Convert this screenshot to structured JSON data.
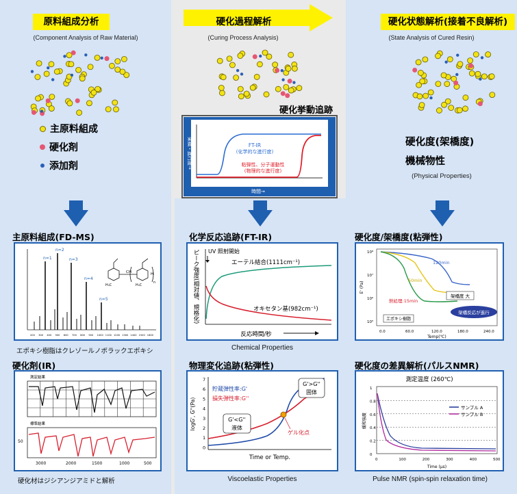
{
  "columns": {
    "left": {
      "title": "原料組成分析",
      "subtitle": "(Component Analysis of Raw Material)",
      "legend": [
        "主原料組成",
        "硬化剤",
        "添加剤"
      ],
      "panel1": {
        "heading": "主原料組成(FD-MS)",
        "caption": "エポキシ樹脂はクレゾールノボラックエポキシ"
      },
      "panel2": {
        "heading": "硬化剤(IR)",
        "caption": "硬化材はジシアンジアミドと解析"
      }
    },
    "center": {
      "title": "硬化過程解析",
      "subtitle": "(Curing Process Analysis)",
      "track_label": "硬化挙動追跡",
      "panel1": {
        "heading": "化学反応追跡(FT-IR)",
        "caption": "Chemical Properties"
      },
      "panel2": {
        "heading": "物理変化追跡(粘弾性)",
        "caption": "Viscoelastic Properties"
      }
    },
    "right": {
      "title": "硬化状態解析(接着不良解析)",
      "subtitle": "(State Analysis of Cured Resin)",
      "big1": "硬化度(架橋度)",
      "big2": "機械物性",
      "big_en": "(Physical Properties)",
      "panel1": {
        "heading": "硬化度/架橋度(粘弾性)"
      },
      "panel2": {
        "heading": "硬化度の差異解析(パルスNMR)",
        "caption": "Pulse NMR (spin-spin relaxation time)"
      }
    }
  },
  "colors": {
    "panel_border": "#1f5fb0",
    "arrow": "#1f5fb0",
    "title_bg": "#fff200",
    "yellow_dot": "#f2e318",
    "pink_dot": "#e55773",
    "blue_dot": "#2a5fb8"
  },
  "icons": {
    "down_arrow": "down-arrow-icon",
    "right_arrow": "right-arrow-icon"
  },
  "charts": {
    "curing_behavior": {
      "ylabel": "架橋・進行度→",
      "xlabel": "時間→",
      "ftir_label": "FT-IR",
      "ftir_note": "(化学的な進行度)",
      "visco_label": "粘弾性、分子運動性",
      "visco_note": "(物理的な進行度)"
    },
    "fdms": {
      "peaks": [
        "n=1",
        "n=2",
        "n=3",
        "n=4",
        "n=5"
      ],
      "xticks": [
        "200",
        "300",
        "400",
        "500",
        "600",
        "700",
        "800",
        "900",
        "1000",
        "1100",
        "1200",
        "1300",
        "1400",
        "1500",
        "1600"
      ],
      "struct_ch": "CH",
      "struct_h": "H",
      "struct_h3c": "H₃C",
      "struct_n": "n"
    },
    "ir": {
      "label_top": "測定結果",
      "label_bottom": "標準結果",
      "yticks": [
        "50"
      ],
      "xticks": [
        "3000",
        "2000",
        "1500",
        "1000",
        "500"
      ]
    },
    "ftir": {
      "ylabel": "ピーク強度(相対値、規格化)",
      "xlabel": "反応時間/秒",
      "uv_label": "UV 照射開始",
      "ether_label": "エーテル結合(1111cm⁻¹)",
      "oxetane_label": "オキセタン基(982cm⁻¹)"
    },
    "visco": {
      "ylabel": "logG', G''(Pa)",
      "xlabel": "Time or Temp.",
      "yticks": [
        "7",
        "6",
        "5",
        "4",
        "3",
        "2",
        "1",
        "0"
      ],
      "storage_label": "貯蔵弾性率:G'",
      "loss_label": "損失弾性率:G''",
      "liquid_cond": "G'<G''",
      "liquid_label": "液体",
      "solid_cond": "G'>G''",
      "solid_label": "固体",
      "gel_label": "ゲル化点"
    },
    "cure_degree": {
      "ylabel": "E' (Pa)",
      "xlabel": "Temp(℃)",
      "yticks": [
        "10⁸",
        "10⁷",
        "10⁶",
        "10⁵"
      ],
      "xticks": [
        "0.0",
        "60.0",
        "120.0",
        "180.0",
        "240.0"
      ],
      "label_120": "120min",
      "label_50": "50min",
      "label_15": "熱処理:15min",
      "degree_label": "架橋度 大",
      "progress_label": "架橋反応が進行",
      "sample_label": "エポキシ樹脂"
    },
    "nmr": {
      "title": "測定温度 (260℃)",
      "ylabel": "緩和強度",
      "xlabel": "Time (μs)",
      "yticks": [
        "1",
        "0.8",
        "0.6",
        "0.4",
        "0.2",
        "0"
      ],
      "xticks": [
        "0",
        "100",
        "200",
        "300",
        "400",
        "500"
      ],
      "legend": [
        "サンプル A",
        "サンプル B"
      ],
      "colors": [
        "#2a3f9e",
        "#b02a9e"
      ]
    }
  }
}
